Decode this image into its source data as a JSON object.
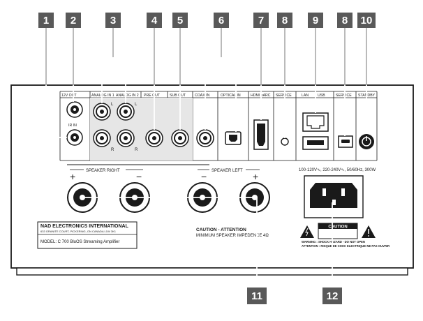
{
  "callouts": [
    "1",
    "2",
    "3",
    "4",
    "5",
    "6",
    "7",
    "8",
    "8",
    "9",
    "10",
    "11",
    "12"
  ],
  "port_labels": {
    "p1": "12V OUT",
    "p2": "ANALOG IN 1",
    "p3": "ANALOG IN 2",
    "p4": "PRE OUT",
    "p5": "SUB OUT",
    "p6": "COAX IN",
    "p7": "OPTICAL IN",
    "p8": "HDMI eARC",
    "p9": "SERVICE",
    "p10": "LAN",
    "p11": "USB",
    "p12": "SERVICE",
    "p13": "STANDBY",
    "ir_in": "IR IN",
    "L1": "L",
    "R1": "R",
    "L2": "L",
    "R2": "R"
  },
  "speakers": {
    "right": "SPEAKER RIGHT",
    "left": "SPEAKER LEFT",
    "plus": "+",
    "minus": "−"
  },
  "power_rating": "100-120V∿, 220-240V∿, 50/60Hz, 300W",
  "nameplate": {
    "company": "NAD ELECTRONICS INTERNATIONAL",
    "address": "633 GRANITE COURT, PICKERING, ON CANADA L1W 3K1",
    "model": "MODEL: C 700 BluOS Streaming Amplifier"
  },
  "caution": {
    "line1": "CAUTION - ATTENTION",
    "line2": "MINIMUM SPEAKER IMPEDENCE 4Ω"
  },
  "warning": {
    "title": "CAUTION",
    "line1": "WARNING : SHOCK HAZARD - DO NOT OPEN",
    "line2": "ATTENTION : RISQUE DE CHOC ELECTRIQUE-NE PAS OUVRIR"
  }
}
